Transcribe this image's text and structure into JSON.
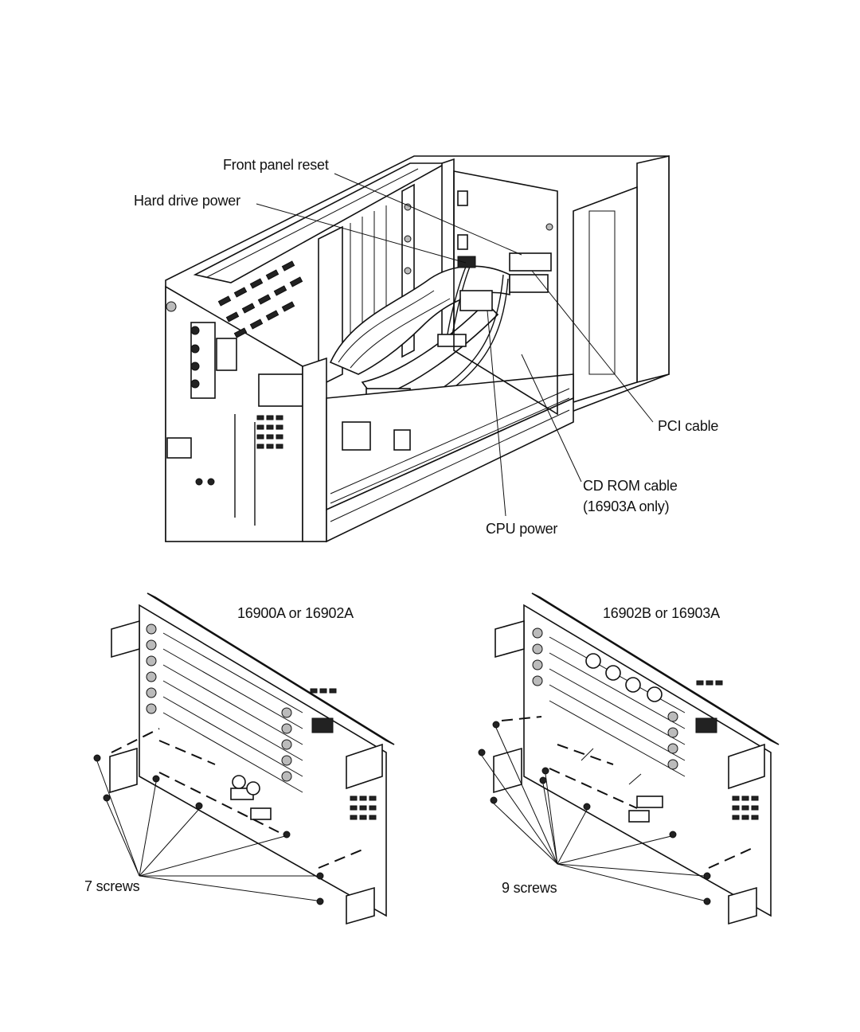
{
  "top_figure": {
    "labels": {
      "front_panel_reset": "Front panel reset",
      "hard_drive_power": "Hard drive power",
      "pci_cable": "PCI cable",
      "cd_rom_cable_line1": "CD ROM cable",
      "cd_rom_cable_line2": "(16903A only)",
      "cpu_power": "CPU power"
    }
  },
  "bottom_left_figure": {
    "title": "16900A or 16902A",
    "screws_label": "7 screws"
  },
  "bottom_right_figure": {
    "title": "16902B or 16903A",
    "screws_label": "9 screws"
  }
}
